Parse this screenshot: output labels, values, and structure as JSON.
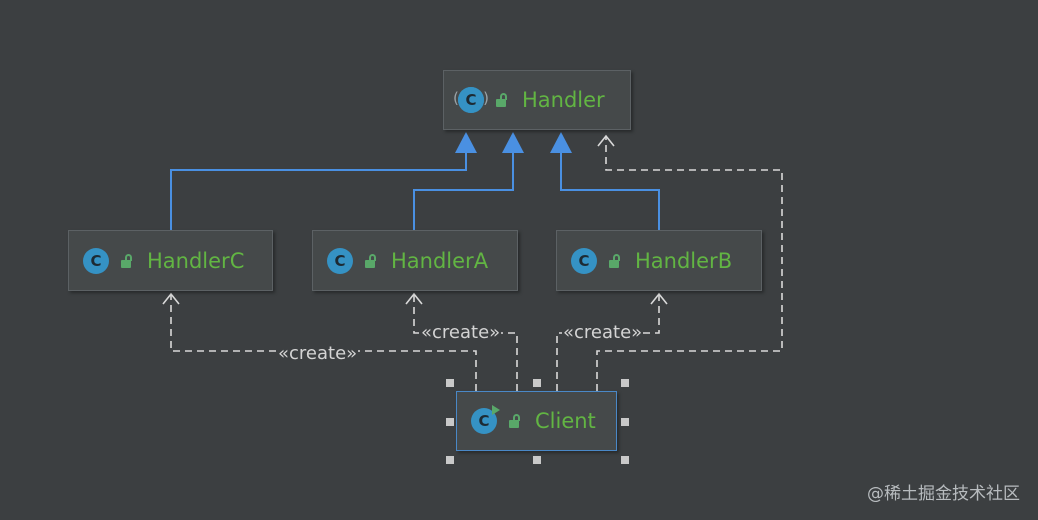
{
  "diagram": {
    "nodes": {
      "handler": {
        "label": "Handler",
        "icon": "abstract-class-icon",
        "access_icon": "public-lock-icon"
      },
      "handler_c": {
        "label": "HandlerC",
        "icon": "class-icon",
        "access_icon": "public-lock-icon"
      },
      "handler_a": {
        "label": "HandlerA",
        "icon": "class-icon",
        "access_icon": "public-lock-icon"
      },
      "handler_b": {
        "label": "HandlerB",
        "icon": "class-icon",
        "access_icon": "public-lock-icon"
      },
      "client": {
        "label": "Client",
        "icon": "runnable-class-icon",
        "access_icon": "public-lock-icon",
        "selected": true
      }
    },
    "edges": [
      {
        "from": "HandlerC",
        "to": "Handler",
        "type": "inheritance"
      },
      {
        "from": "HandlerA",
        "to": "Handler",
        "type": "inheritance"
      },
      {
        "from": "HandlerB",
        "to": "Handler",
        "type": "inheritance"
      },
      {
        "from": "Client",
        "to": "Handler",
        "type": "dependency"
      },
      {
        "from": "Client",
        "to": "HandlerC",
        "type": "dependency",
        "label": "«create»"
      },
      {
        "from": "Client",
        "to": "HandlerA",
        "type": "dependency",
        "label": "«create»"
      },
      {
        "from": "Client",
        "to": "HandlerB",
        "type": "dependency",
        "label": "«create»"
      }
    ],
    "labels": {
      "create_c": "«create»",
      "create_a": "«create»",
      "create_b": "«create»"
    },
    "colors": {
      "background": "#3c3f41",
      "inheritance_line": "#4a90e2",
      "dependency_line": "#d9d9d9",
      "class_name": "#62b543",
      "class_icon": "#3592c4"
    }
  },
  "watermark": "@稀土掘金技术社区"
}
